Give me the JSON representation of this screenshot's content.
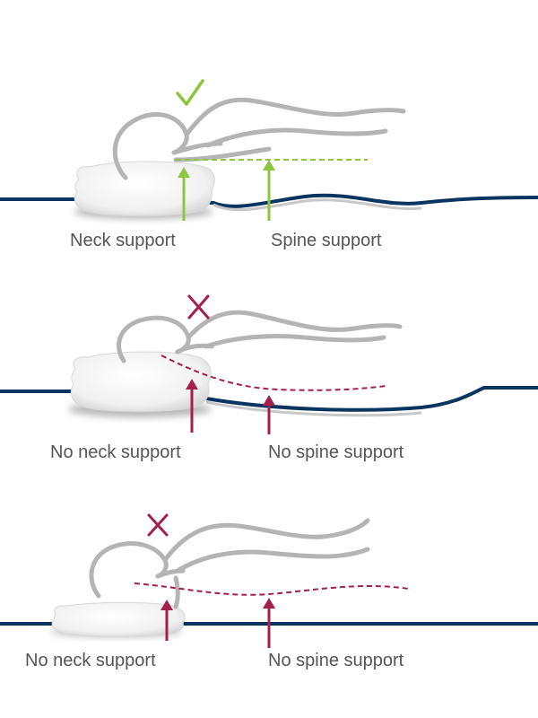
{
  "colors": {
    "good": "#8cc63f",
    "bad": "#a3204b",
    "mattress": "#0b3460",
    "figure": "#b4b4b4",
    "label": "#555555"
  },
  "panels": [
    {
      "verdict": "good",
      "verdict_icon": "check-icon",
      "neck_label": "Neck support",
      "spine_label": "Spine support"
    },
    {
      "verdict": "bad",
      "verdict_icon": "cross-icon",
      "neck_label": "No neck support",
      "spine_label": "No spine support"
    },
    {
      "verdict": "bad",
      "verdict_icon": "cross-icon",
      "neck_label": "No neck support",
      "spine_label": "No spine support"
    }
  ]
}
